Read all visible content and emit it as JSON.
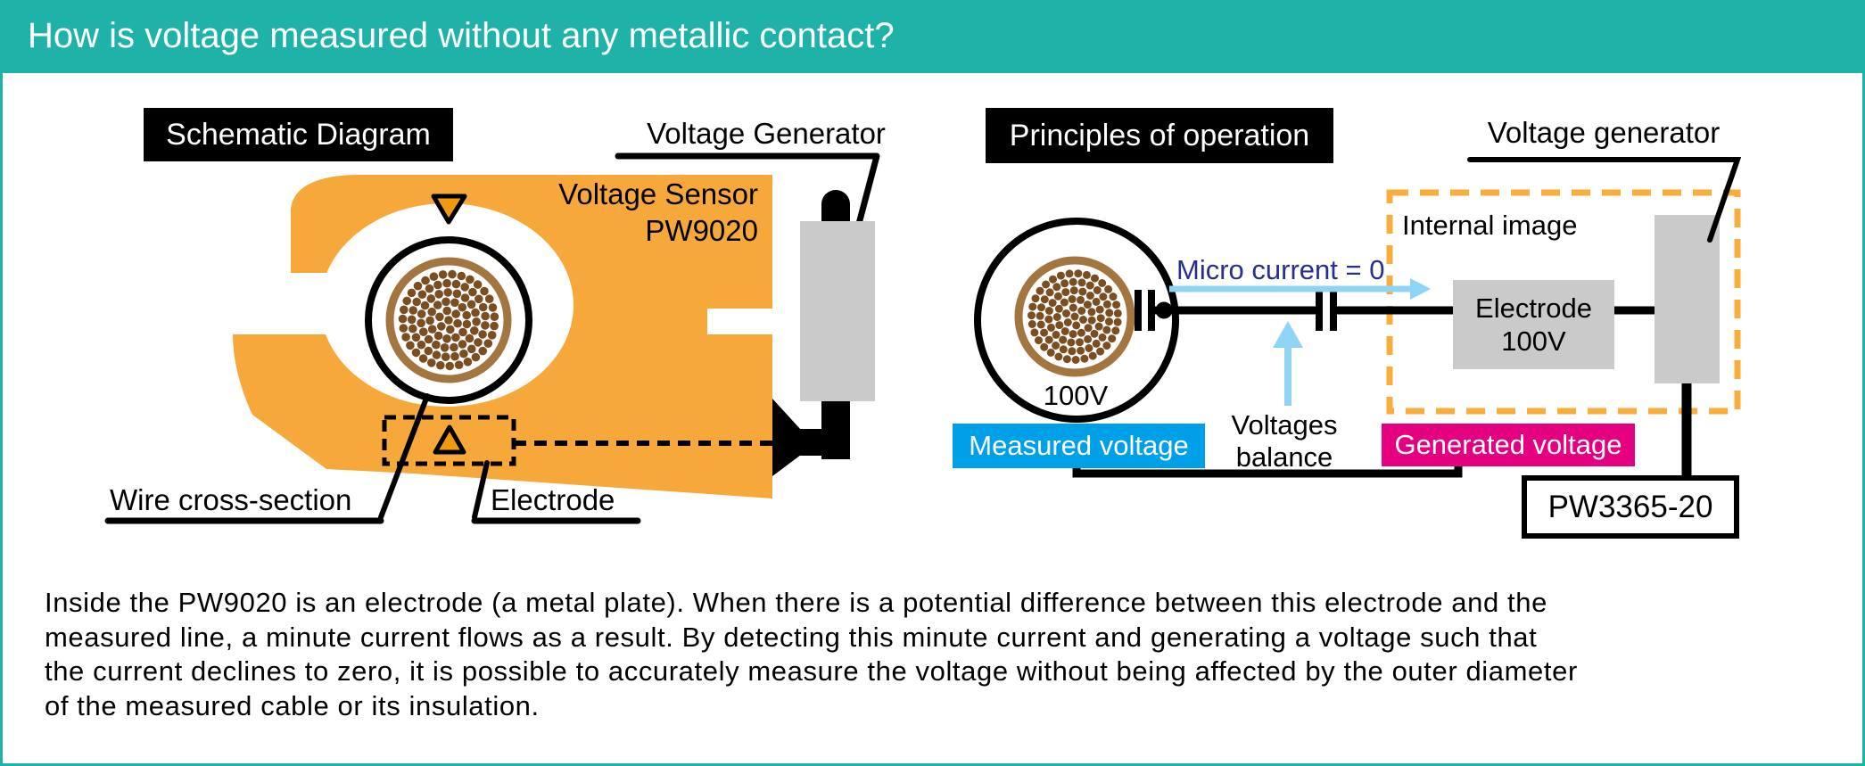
{
  "header": {
    "title": "How is voltage measured without any metallic contact?"
  },
  "colors": {
    "teal": "#1EB2A8",
    "orange": "#F6A83B",
    "orange_accent": "#F2990D",
    "dashed_orange": "#F9AE3C",
    "brown_ring": "#A3763F",
    "brown_dot": "#7B4E22",
    "gray": "#CACACA",
    "blue_badge": "#00A0E9",
    "magenta_badge": "#E4007F",
    "light_blue": "#8FD3F5",
    "navy": "#262F8E"
  },
  "left": {
    "section_label": "Schematic Diagram",
    "voltage_generator_label": "Voltage Generator",
    "sensor_name_line1": "Voltage Sensor",
    "sensor_name_line2": "PW9020",
    "wire_label": "Wire cross-section",
    "electrode_label": "Electrode"
  },
  "right": {
    "section_label": "Principles of operation",
    "measured_circle_voltage": "100V",
    "micro_current_label": "Micro current = 0",
    "internal_image_label": "Internal image",
    "electrode_box_line1": "Electrode",
    "electrode_box_line2": "100V",
    "voltage_generator_label": "Voltage generator",
    "voltages_balance_line1": "Voltages",
    "voltages_balance_line2": "balance",
    "measured_voltage_badge": "Measured voltage",
    "generated_voltage_badge": "Generated voltage",
    "device_model": "PW3365-20"
  },
  "footer": {
    "lines": [
      "Inside the PW9020 is an electrode (a metal plate). When there is a potential difference between this electrode and the",
      "measured line, a minute current flows as a result. By detecting this minute current and generating a voltage such that",
      "the current declines to zero, it is possible to accurately measure the voltage without being affected by the outer diameter",
      "of the measured cable or its insulation."
    ]
  }
}
